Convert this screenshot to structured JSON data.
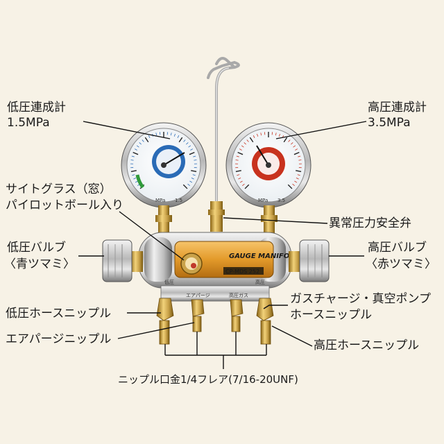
{
  "colors": {
    "background": "#f7f2e6",
    "low_dial": "#2a6bb6",
    "high_dial": "#c8321e",
    "brass": "#c9a24a",
    "body_orange": "#e39a2a"
  },
  "labels": {
    "low_gauge": {
      "line1": "低圧連成計",
      "line2": "1.5MPa"
    },
    "high_gauge": {
      "line1": "高圧連成計",
      "line2": "3.5MPa"
    },
    "sight_glass": {
      "line1": "サイトグラス（窓）",
      "line2": "パイロットボール入り"
    },
    "safety_valve": "異常圧力安全弁",
    "low_valve": {
      "line1": "低圧バルブ",
      "line2": "〈青ツマミ〉"
    },
    "high_valve": {
      "line1": "高圧バルブ",
      "line2": "〈赤ツマミ〉"
    },
    "low_hose_nipple": "低圧ホースニップル",
    "gas_charge_nipple": {
      "line1": "ガスチャージ・真空ポンプ",
      "line2": "ホースニップル"
    },
    "air_purge_nipple": "エアパージニップル",
    "high_hose_nipple": "高圧ホースニップル",
    "nipple_spec": "ニップル口金1/4フレア(7/16-20UNF)"
  },
  "product": {
    "brand": "GAUGE MANIFOLD",
    "model": "CP-MDS 252",
    "port_low": "低圧",
    "port_air": "エアパージ",
    "port_gas": "高圧ガス",
    "port_high": "高圧"
  },
  "dial_text": {
    "unit_low": "MPa",
    "unit_high": "MPa",
    "scale_low": "1.5",
    "scale_high": "3.5"
  }
}
